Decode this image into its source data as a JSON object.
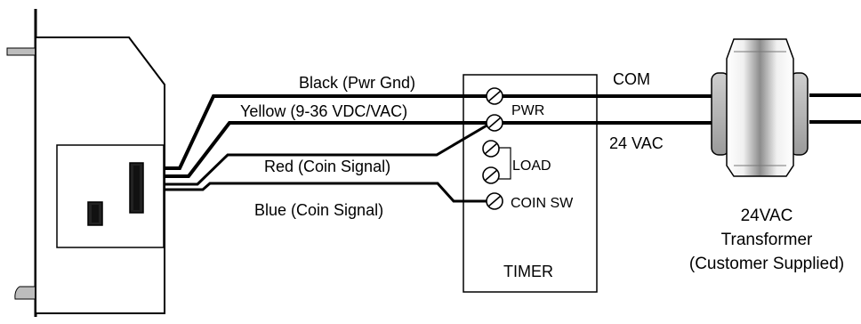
{
  "wires": {
    "black": "Black (Pwr Gnd)",
    "yellow": "Yellow (9-36 VDC/VAC)",
    "red": "Red (Coin Signal)",
    "blue": "Blue (Coin Signal)"
  },
  "timer": {
    "title": "TIMER",
    "terminals": {
      "pwr": "PWR",
      "load": "LOAD",
      "coin_sw": "COIN SW"
    }
  },
  "transformer": {
    "com": "COM",
    "vac": "24 VAC",
    "line1": "24VAC",
    "line2": "Transformer",
    "line3": "(Customer Supplied)"
  },
  "colors": {
    "ink": "#000000",
    "housing_gray": "#bfbfbf",
    "transformer_light": "#ffffff",
    "transformer_dark": "#888888"
  },
  "icons": {
    "terminal": "screw-terminal-icon",
    "transformer": "transformer-icon",
    "socket": "socket-icon"
  }
}
